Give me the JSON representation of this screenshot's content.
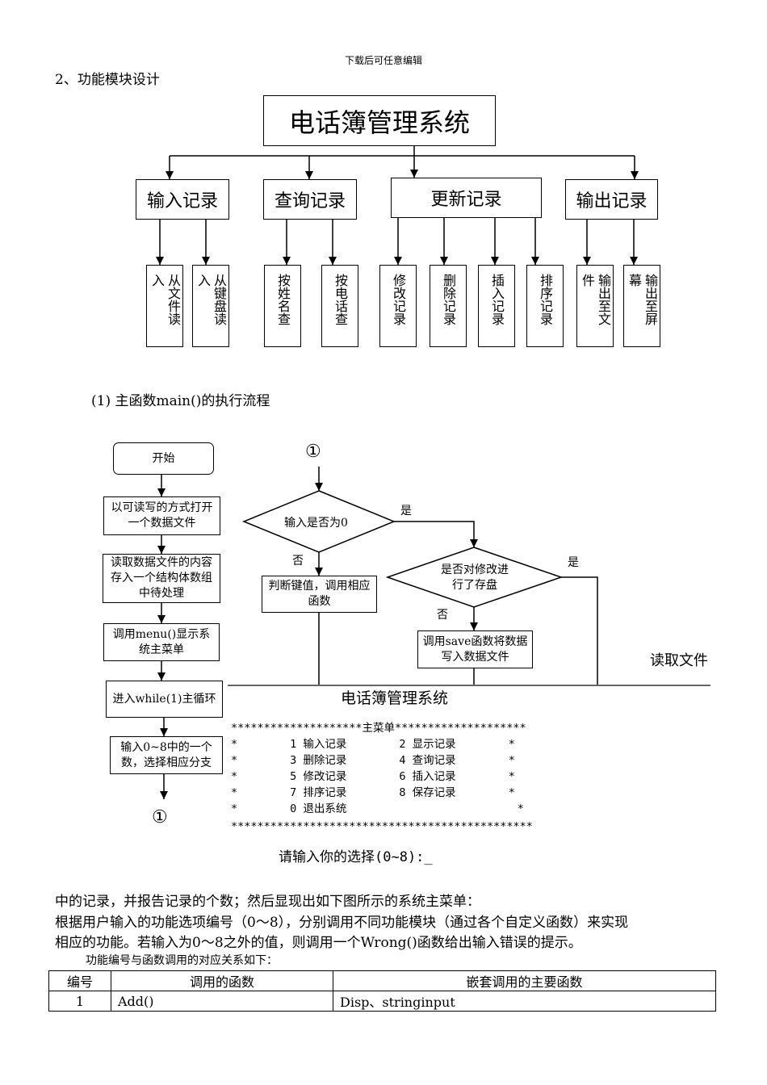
{
  "header": "下载后可任意编辑",
  "section_title": "2、功能模块设计",
  "tree": {
    "root": "电话簿管理系统",
    "modules": [
      {
        "label": "输入记录",
        "children": [
          "从文件读入",
          "从键盘读入"
        ]
      },
      {
        "label": "查询记录",
        "children": [
          "按姓名查",
          "按电话查"
        ]
      },
      {
        "label": "更新记录",
        "children": [
          "修改记录",
          "删除记录",
          "插入记录",
          "排序记录"
        ]
      },
      {
        "label": "输出记录",
        "children": [
          "输出至文件",
          "输出至屏幕"
        ]
      }
    ]
  },
  "flow_title": "(1) 主函数main()的执行流程",
  "flow": {
    "start": "开始",
    "open": "以可读写的方式打开一个数据文件",
    "read": "读取数据文件的内容存入一个结构体数组中待处理",
    "menu": "调用menu()显示系统主菜单",
    "loop": "进入while(1)主循环",
    "input": "输入0~8中的一个数，选择相应分支",
    "connector": "①",
    "connector2": "①",
    "d1": "输入是否为0",
    "d2": "是否对修改进行了存盘",
    "yes": "是",
    "no": "否",
    "yes2": "是",
    "no2": "否",
    "judge": "判断键值，调用相应函数",
    "save": "调用save函数将数据写入数据文件",
    "side_text": "读取文件"
  },
  "console": {
    "title": "电话簿管理系统",
    "lines": [
      "********************主菜单********************",
      "*        1 输入记录        2 显示记录        *",
      "*        3 删除记录        4 查询记录        *",
      "*        5 修改记录        6 插入记录        *",
      "*        7 排序记录        8 保存记录        *",
      "*        0 退出系统                          *",
      "**********************************************"
    ],
    "prompt": "请输入你的选择(0~8):_"
  },
  "body": [
    "中的记录，并报告记录的个数；然后显现出如下图所示的系统主菜单：",
    "根据用户输入的功能选项编号（0～8），分别调用不同功能模块（通过各个自定义函数）来实现",
    "相应的功能。若输入为0～8之外的值，则调用一个Wrong()函数给出输入错误的提示。"
  ],
  "table_caption": "功能编号与函数调用的对应关系如下：",
  "table": {
    "headers": [
      "编号",
      "调用的函数",
      "嵌套调用的主要函数"
    ],
    "rows": [
      [
        "1",
        "Add()",
        "Disp、stringinput"
      ]
    ]
  }
}
